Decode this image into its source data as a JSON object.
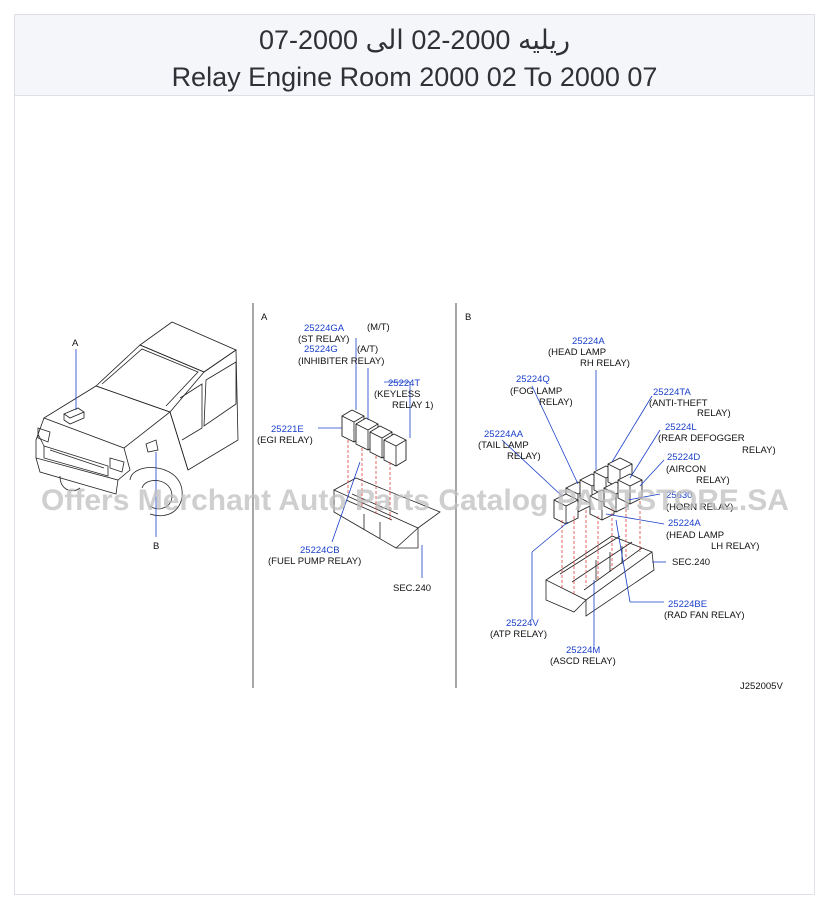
{
  "header": {
    "title_arabic": "ريليه 2000-02 الى 2000-07",
    "title_english": "Relay Engine Room 2000 02 To 2000 07"
  },
  "watermark": "Offers Merchant Auto Parts Catalog PARTSTORE.SA",
  "figure_id": "J252005V",
  "car": {
    "label_a": "A",
    "label_b": "B"
  },
  "section_a": {
    "label": "A",
    "parts": [
      {
        "number": "25224GA",
        "desc": [
          "(M/T)",
          "(ST  RELAY)"
        ]
      },
      {
        "number": "25224G",
        "desc": [
          "(A/T)",
          "(INHIBITER  RELAY)"
        ]
      },
      {
        "number": "25224T",
        "desc": [
          "(KEYLESS",
          "RELAY  1)"
        ]
      },
      {
        "number": "25221E",
        "desc": [
          "(EGI  RELAY)"
        ]
      },
      {
        "number": "25224CB",
        "desc": [
          "(FUEL  PUMP  RELAY)"
        ]
      }
    ],
    "sec_ref": "SEC.240"
  },
  "section_b": {
    "label": "B",
    "parts": [
      {
        "number": "25224A",
        "desc": [
          "(HEAD  LAMP",
          "RH  RELAY)"
        ]
      },
      {
        "number": "25224Q",
        "desc": [
          "(FOG  LAMP",
          "RELAY)"
        ]
      },
      {
        "number": "25224TA",
        "desc": [
          "(ANTI-THEFT",
          "RELAY)"
        ]
      },
      {
        "number": "25224AA",
        "desc": [
          "(TAIL  LAMP",
          "RELAY)"
        ]
      },
      {
        "number": "25224L",
        "desc": [
          "(REAR  DEFOGGER",
          "RELAY)"
        ]
      },
      {
        "number": "25224D",
        "desc": [
          "(AIRCON",
          "RELAY)"
        ]
      },
      {
        "number": "25630",
        "desc": [
          "(HORN  RELAY)"
        ]
      },
      {
        "number": "25224A",
        "desc": [
          "(HEAD  LAMP",
          "LH  RELAY)"
        ]
      },
      {
        "number": "25224BE",
        "desc": [
          "(RAD  FAN  RELAY)"
        ]
      },
      {
        "number": "25224V",
        "desc": [
          "(ATP  RELAY)"
        ]
      },
      {
        "number": "25224M",
        "desc": [
          "(ASCD  RELAY)"
        ]
      }
    ],
    "sec_ref": "SEC.240"
  }
}
